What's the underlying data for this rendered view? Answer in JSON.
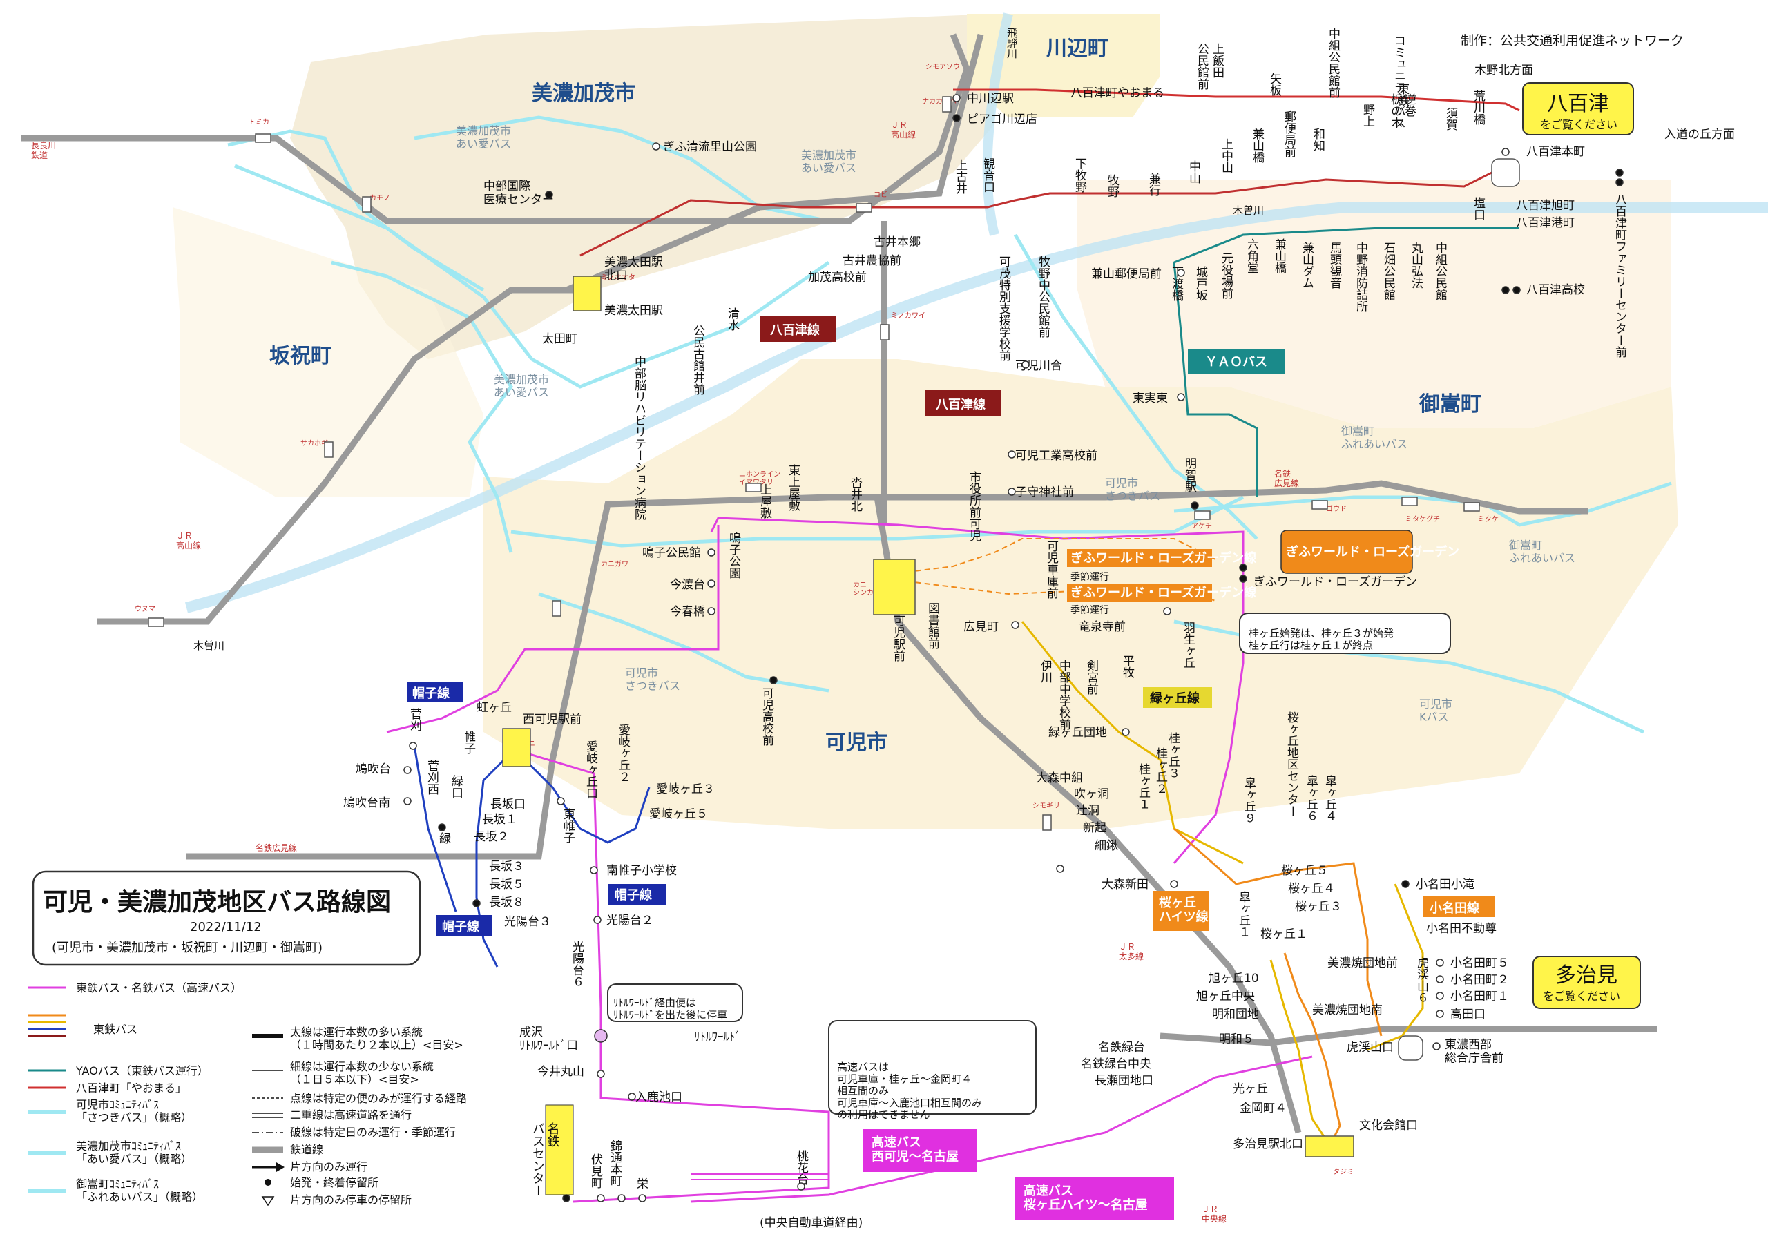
{
  "title": {
    "main": "可児・美濃加茂地区バス路線図",
    "date": "2022/11/12",
    "sub": "(可児市・美濃加茂市・坂祝町・川辺町・御嵩町)"
  },
  "credit": "制作：公共交通利用促進ネットワーク",
  "colors": {
    "tohtetsu": "#e040e0",
    "yao": "#1a8a8a",
    "yaomaru": "#d03030",
    "community": "#9be8f0",
    "rail": "#999999",
    "area_minokamo": "#f5ecd6",
    "area_kani": "#fbf2d9",
    "route_orange": "#f08a1a",
    "route_gold": "#e6b800",
    "route_blue": "#2040c0"
  },
  "areas": {
    "minokamo": "美濃加茂市",
    "kawabe": "川辺町",
    "sakahogi": "坂祝町",
    "mitake": "御嵩町",
    "kani": "可児市"
  },
  "notice_boxes": {
    "yaotsu": {
      "name": "八百津",
      "sub": "をご覧ください"
    },
    "tajimi": {
      "name": "多治見",
      "sub": "をご覧ください"
    },
    "rosegarden": "ぎふワールド・ローズガーデン",
    "kigaoka_note": "桂ヶ丘始発は、桂ヶ丘３が始発\n桂ヶ丘行は桂ヶ丘１が終点",
    "littleworld_note": "ﾘﾄﾙﾜｰﾙﾄﾞ経由便は\nﾘﾄﾙﾜｰﾙﾄﾞを出た後に停車",
    "highway_note": "高速バスは\n可児車庫・桂ヶ丘〜金岡町４\n相互間のみ\n可児車庫〜入鹿池口相互間のみ\nの利用はできません",
    "chuo_expressway": "(中央自動車道経由)"
  },
  "route_tags": {
    "yaotsu_line_1": "八百津線",
    "yaotsu_line_2": "八百津線",
    "yao_bus": "ＹＡＯバス",
    "yaotsu_yaomaru": "八百津町やおまる",
    "rose_line_1": "ぎふワールド・ローズガーデン線",
    "rose_season_1": "季節運行",
    "rose_line_2": "ぎふワールド・ローズガーデン線",
    "rose_season_2": "季節運行",
    "midorigaoka": "緑ヶ丘線",
    "eboshi_1": "帽子線",
    "eboshi_2": "帽子線",
    "eboshi_3": "帽子線",
    "sakuragaoka": "桜ヶ丘\nハイツ線",
    "konada": "小名田線",
    "highway_1": "高速バス\n西可児〜名古屋",
    "highway_2": "高速バス\n桜ヶ丘ハイツ〜名古屋",
    "bus_center": "名鉄\nバスセンター",
    "kinoki": "木野北方面",
    "iriumi": "入道の丘方面"
  },
  "community_labels": [
    {
      "id": "c1",
      "text": "美濃加茂市\nあい愛バス"
    },
    {
      "id": "c2",
      "text": "美濃加茂市\nあい愛バス"
    },
    {
      "id": "c3",
      "text": "美濃加茂市\nあい愛バス"
    },
    {
      "id": "c4",
      "text": "可児市\nさつきバス"
    },
    {
      "id": "c5",
      "text": "可児市\nさつきバス"
    },
    {
      "id": "c6",
      "text": "御嵩町\nふれあいバス"
    },
    {
      "id": "c7",
      "text": "御嵩町\nふれあいバス"
    },
    {
      "id": "c8",
      "text": "可児市\nKバス"
    }
  ],
  "rail_labels": {
    "takayama_1": "ＪＲ\n高山線",
    "takayama_2": "ＪＲ\n高山線",
    "nagaragawa": "長良川\n鉄道",
    "meitetsu_hiromi_1": "名鉄\n広見線",
    "meitetsu_hiromi_2": "名鉄広見線",
    "taita": "ＪＲ\n太多線",
    "chuo": "ＪＲ\n中央線",
    "kisogawa_1": "木曽川",
    "kisogawa_2": "木曽川",
    "hidagawa": "飛騨川"
  },
  "kana_labels": [
    "トミカ",
    "カモノ",
    "ミノオオタ",
    "コビ",
    "シモアソウ",
    "ナカカワベ",
    "ミノカワイ",
    "サカホギ",
    "ウヌマ",
    "カニガワ",
    "ニホンライン\nイマワタリ",
    "カニ\nシンカニ",
    "ニシカニ",
    "アケチ",
    "ゴウド",
    "ミタケグチ",
    "ミタケ",
    "シモギリ",
    "タジミ",
    "カモ"
  ],
  "stops_h": [
    {
      "id": "s1",
      "name": "ぎふ清流里山公園"
    },
    {
      "id": "s2",
      "name": "中部国際\n医療センター"
    },
    {
      "id": "s3",
      "name": "美濃太田駅\n北口"
    },
    {
      "id": "s4",
      "name": "美濃太田駅"
    },
    {
      "id": "s5",
      "name": "太田町"
    },
    {
      "id": "s6",
      "name": "中川辺駅"
    },
    {
      "id": "s7",
      "name": "ピアゴ川辺店"
    },
    {
      "id": "s8",
      "name": "古井本郷"
    },
    {
      "id": "s9",
      "name": "古井農協前"
    },
    {
      "id": "s10",
      "name": "加茂高校前"
    },
    {
      "id": "s11",
      "name": "兼山郵便局前"
    },
    {
      "id": "s12",
      "name": "可児川合"
    },
    {
      "id": "s13",
      "name": "東実東"
    },
    {
      "id": "s14",
      "name": "可児工業高校前"
    },
    {
      "id": "s15",
      "name": "子守神社前"
    },
    {
      "id": "s16",
      "name": "鳴子公民館"
    },
    {
      "id": "s17",
      "name": "今渡台"
    },
    {
      "id": "s18",
      "name": "今春橋"
    },
    {
      "id": "s19",
      "name": "広見町"
    },
    {
      "id": "s20",
      "name": "竜泉寺前"
    },
    {
      "id": "s21",
      "name": "緑ヶ丘団地"
    },
    {
      "id": "s22",
      "name": "大森中組"
    },
    {
      "id": "s23",
      "name": "吹ヶ洞"
    },
    {
      "id": "s24",
      "name": "辻洞"
    },
    {
      "id": "s25",
      "name": "新起"
    },
    {
      "id": "s26",
      "name": "細鍬"
    },
    {
      "id": "s27",
      "name": "大森新田"
    },
    {
      "id": "s28",
      "name": "虹ヶ丘"
    },
    {
      "id": "s29",
      "name": "西可児駅前"
    },
    {
      "id": "s30",
      "name": "鳩吹台"
    },
    {
      "id": "s31",
      "name": "鳩吹台南"
    },
    {
      "id": "s32",
      "name": "長坂口"
    },
    {
      "id": "s33",
      "name": "長坂１"
    },
    {
      "id": "s34",
      "name": "長坂２"
    },
    {
      "id": "s35",
      "name": "長坂３"
    },
    {
      "id": "s36",
      "name": "長坂５"
    },
    {
      "id": "s37",
      "name": "長坂８"
    },
    {
      "id": "s38",
      "name": "光陽台３"
    },
    {
      "id": "s39",
      "name": "南帷子小学校"
    },
    {
      "id": "s40",
      "name": "光陽台２"
    },
    {
      "id": "s41",
      "name": "愛岐ヶ丘３"
    },
    {
      "id": "s42",
      "name": "愛岐ヶ丘５"
    },
    {
      "id": "s43",
      "name": "成沢\nﾘﾄﾙﾜｰﾙﾄﾞ口"
    },
    {
      "id": "s44",
      "name": "ﾘﾄﾙﾜｰﾙﾄﾞ"
    },
    {
      "id": "s45",
      "name": "今井丸山"
    },
    {
      "id": "s46",
      "name": "入鹿池口"
    },
    {
      "id": "s47",
      "name": "ぎふワールド・ローズガーデン"
    },
    {
      "id": "s48",
      "name": "桜ヶ丘５"
    },
    {
      "id": "s49",
      "name": "桜ヶ丘４"
    },
    {
      "id": "s50",
      "name": "桜ヶ丘３"
    },
    {
      "id": "s51",
      "name": "桜ヶ丘１"
    },
    {
      "id": "s52",
      "name": "小名田小滝"
    },
    {
      "id": "s53",
      "name": "小名田不動尊"
    },
    {
      "id": "s54",
      "name": "小名田町５"
    },
    {
      "id": "s55",
      "name": "小名田町２"
    },
    {
      "id": "s56",
      "name": "小名田町１"
    },
    {
      "id": "s57",
      "name": "高田口"
    },
    {
      "id": "s58",
      "name": "旭ヶ丘10"
    },
    {
      "id": "s59",
      "name": "旭ヶ丘中央"
    },
    {
      "id": "s60",
      "name": "明和団地"
    },
    {
      "id": "s61",
      "name": "明和５"
    },
    {
      "id": "s62",
      "name": "名鉄緑台"
    },
    {
      "id": "s63",
      "name": "名鉄緑台中央"
    },
    {
      "id": "s64",
      "name": "長瀬団地口"
    },
    {
      "id": "s65",
      "name": "光ヶ丘"
    },
    {
      "id": "s66",
      "name": "金岡町４"
    },
    {
      "id": "s67",
      "name": "虎渓山口"
    },
    {
      "id": "s68",
      "name": "東濃西部\n総合庁舎前"
    },
    {
      "id": "s69",
      "name": "文化会館口"
    },
    {
      "id": "s70",
      "name": "多治見駅北口"
    },
    {
      "id": "s71",
      "name": "八百津本町"
    },
    {
      "id": "s72",
      "name": "八百津旭町"
    },
    {
      "id": "s73",
      "name": "八百津港町"
    },
    {
      "id": "s74",
      "name": "八百津高校"
    }
  ],
  "stops_v": [
    {
      "id": "v1",
      "name": "公民館前"
    },
    {
      "id": "v2",
      "name": "上飯田"
    },
    {
      "id": "v3",
      "name": "矢板"
    },
    {
      "id": "v4",
      "name": "中組公民館前"
    },
    {
      "id": "v5",
      "name": "コミュニティバス"
    },
    {
      "id": "v6",
      "name": "東鉄"
    },
    {
      "id": "v7",
      "name": "上古井"
    },
    {
      "id": "v8",
      "name": "観音口"
    },
    {
      "id": "v9",
      "name": "下牧野"
    },
    {
      "id": "v10",
      "name": "牧野"
    },
    {
      "id": "v11",
      "name": "兼行"
    },
    {
      "id": "v12",
      "name": "中山"
    },
    {
      "id": "v13",
      "name": "上中山"
    },
    {
      "id": "v14",
      "name": "兼山橋"
    },
    {
      "id": "v15",
      "name": "郵便局前"
    },
    {
      "id": "v16",
      "name": "和知"
    },
    {
      "id": "v17",
      "name": "野上"
    },
    {
      "id": "v18",
      "name": "栃の木"
    },
    {
      "id": "v19",
      "name": "逆巻"
    },
    {
      "id": "v20",
      "name": "須賀"
    },
    {
      "id": "v21",
      "name": "荒川橋"
    },
    {
      "id": "v22",
      "name": "塩口"
    },
    {
      "id": "v23",
      "name": "中組公民館"
    },
    {
      "id": "v24",
      "name": "丸山弘法"
    },
    {
      "id": "v25",
      "name": "石畑公民館"
    },
    {
      "id": "v26",
      "name": "中野消防詰所"
    },
    {
      "id": "v27",
      "name": "馬頭観音"
    },
    {
      "id": "v28",
      "name": "兼山ダム"
    },
    {
      "id": "v29",
      "name": "兼山橋"
    },
    {
      "id": "v30",
      "name": "六角堂"
    },
    {
      "id": "v31",
      "name": "元役場前"
    },
    {
      "id": "v32",
      "name": "城戸坂"
    },
    {
      "id": "v33",
      "name": "下渡橋"
    },
    {
      "id": "v34",
      "name": "可茂特別支援学校前"
    },
    {
      "id": "v35",
      "name": "牧野中公民館前"
    },
    {
      "id": "v36",
      "name": "清水"
    },
    {
      "id": "v37",
      "name": "公民古館井前"
    },
    {
      "id": "v38",
      "name": "中部脳リハビリテーション病院"
    },
    {
      "id": "v39",
      "name": "上屋敷"
    },
    {
      "id": "v40",
      "name": "東上屋敷"
    },
    {
      "id": "v41",
      "name": "沓井北"
    },
    {
      "id": "v42",
      "name": "市役所前可児"
    },
    {
      "id": "v43",
      "name": "可児車庫前"
    },
    {
      "id": "v44",
      "name": "鳴子公園"
    },
    {
      "id": "v45",
      "name": "可児駅前"
    },
    {
      "id": "v46",
      "name": "図書館前"
    },
    {
      "id": "v47",
      "name": "可児高校前"
    },
    {
      "id": "v48",
      "name": "明智駅"
    },
    {
      "id": "v49",
      "name": "羽生ヶ丘"
    },
    {
      "id": "v50",
      "name": "伊川"
    },
    {
      "id": "v51",
      "name": "中部中学校前"
    },
    {
      "id": "v52",
      "name": "剣宮前"
    },
    {
      "id": "v53",
      "name": "平牧"
    },
    {
      "id": "v54",
      "name": "桂ヶ丘３"
    },
    {
      "id": "v55",
      "name": "桂ヶ丘２"
    },
    {
      "id": "v56",
      "name": "桂ヶ丘１"
    },
    {
      "id": "v57",
      "name": "桜ヶ丘地区センター"
    },
    {
      "id": "v58",
      "name": "皐ヶ丘９"
    },
    {
      "id": "v59",
      "name": "皐ヶ丘６"
    },
    {
      "id": "v60",
      "name": "皐ヶ丘４"
    },
    {
      "id": "v61",
      "name": "皐ヶ丘１"
    },
    {
      "id": "v62",
      "name": "菅刈"
    },
    {
      "id": "v63",
      "name": "菅刈西"
    },
    {
      "id": "v64",
      "name": "緑口"
    },
    {
      "id": "v65",
      "name": "緑"
    },
    {
      "id": "v66",
      "name": "帷子"
    },
    {
      "id": "v67",
      "name": "愛岐ヶ丘口"
    },
    {
      "id": "v68",
      "name": "愛岐ヶ丘２"
    },
    {
      "id": "v69",
      "name": "東帷子"
    },
    {
      "id": "v70",
      "name": "光陽台６"
    },
    {
      "id": "v71",
      "name": "美濃焼団地前"
    },
    {
      "id": "v72",
      "name": "美濃焼団地南"
    },
    {
      "id": "v73",
      "name": "虎渓山６"
    },
    {
      "id": "v74",
      "name": "八百津町ファミリーセンター前"
    },
    {
      "id": "v75",
      "name": "伏見町"
    },
    {
      "id": "v76",
      "name": "錦通本町"
    },
    {
      "id": "v77",
      "name": "栄"
    },
    {
      "id": "v78",
      "name": "桃花台"
    }
  ],
  "legend": [
    {
      "id": "l1",
      "text": "東鉄バス・名鉄バス（高速バス）"
    },
    {
      "id": "l2",
      "text": "東鉄バス"
    },
    {
      "id": "l3",
      "text": "YAOバス（東鉄バス運行）"
    },
    {
      "id": "l4",
      "text": "八百津町「やおまる」"
    },
    {
      "id": "l5",
      "text": "可児市ｺﾐｭﾆﾃｨﾊﾞｽ\n「さつきバス」（概略）"
    },
    {
      "id": "l6",
      "text": "美濃加茂市ｺﾐｭﾆﾃｨﾊﾞｽ\n「あい愛バス」（概略）"
    },
    {
      "id": "l7",
      "text": "御嵩町ｺﾐｭﾆﾃｨﾊﾞｽ\n「ふれあいバス」（概略）"
    },
    {
      "id": "l8",
      "text": "太線は運行本数の多い系統\n（１時間あたり２本以上）<目安>"
    },
    {
      "id": "l9",
      "text": "細線は運行本数の少ない系統\n（１日５本以下）<目安>"
    },
    {
      "id": "l10",
      "text": "点線は特定の便のみが運行する経路"
    },
    {
      "id": "l11",
      "text": "二重線は高速道路を通行"
    },
    {
      "id": "l12",
      "text": "破線は特定日のみ運行・季節運行"
    },
    {
      "id": "l13",
      "text": "鉄道線"
    },
    {
      "id": "l14",
      "text": "片方向のみ運行"
    },
    {
      "id": "l15",
      "text": "始発・終着停留所"
    },
    {
      "id": "l16",
      "text": "片方向のみ停車の停留所"
    }
  ]
}
